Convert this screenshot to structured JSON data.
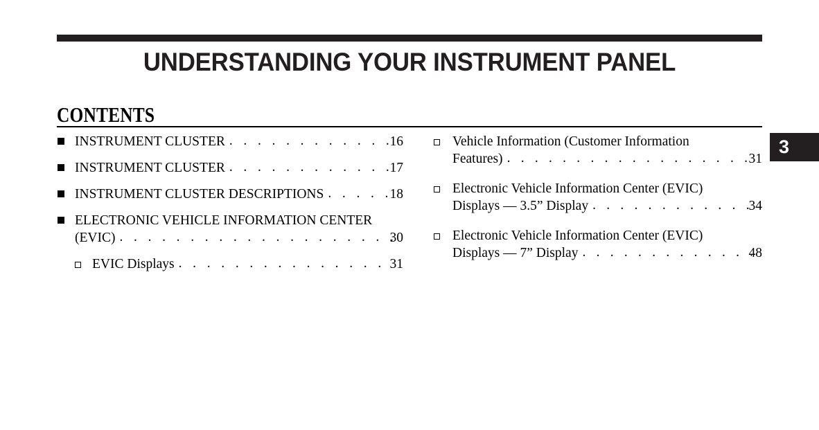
{
  "header": {
    "title": "UNDERSTANDING YOUR INSTRUMENT PANEL",
    "rule_color": "#231f20"
  },
  "contents": {
    "heading": "CONTENTS"
  },
  "chapter_tab": {
    "number": "3",
    "background": "#231f20",
    "text_color": "#ffffff"
  },
  "left_column": {
    "entries": [
      {
        "bullet": "filled-square",
        "text": "INSTRUMENT CLUSTER",
        "dots": ". . . . . . . . . . . . . . . .",
        "page": "16"
      },
      {
        "bullet": "filled-square",
        "text": "INSTRUMENT CLUSTER",
        "dots": ". . . . . . . . . . . . . . . .",
        "page": "17"
      },
      {
        "bullet": "filled-square",
        "text": "INSTRUMENT CLUSTER DESCRIPTIONS",
        "dots": ". . . . .",
        "page": "18"
      },
      {
        "bullet": "filled-square",
        "line1": "ELECTRONIC VEHICLE INFORMATION CENTER",
        "text": "(EVIC)",
        "dots": ". . . . . . . . . . . . . . . . . . . . . . . . .",
        "page": "30"
      },
      {
        "bullet": "hollow-square",
        "text": "EVIC Displays",
        "dots": ". . . . . . . . . . . . . . . . . . . . .",
        "page": "31"
      }
    ]
  },
  "right_column": {
    "entries": [
      {
        "bullet": "hollow-square",
        "line1": "Vehicle Information (Customer Information",
        "text": "Features)",
        "dots": ". . . . . . . . . . . . . . . . . . . . . . . . . .",
        "page": "31"
      },
      {
        "bullet": "hollow-square",
        "line1": "Electronic Vehicle Information Center (EVIC)",
        "text": "Displays — 3.5” Display",
        "dots": ". . . . . . . . . . . . . . . .",
        "page": "34"
      },
      {
        "bullet": "hollow-square",
        "line1": "Electronic Vehicle Information Center (EVIC)",
        "text": "Displays — 7” Display",
        "dots": ". . . . . . . . . . . . . . . . . .",
        "page": "48"
      }
    ]
  }
}
